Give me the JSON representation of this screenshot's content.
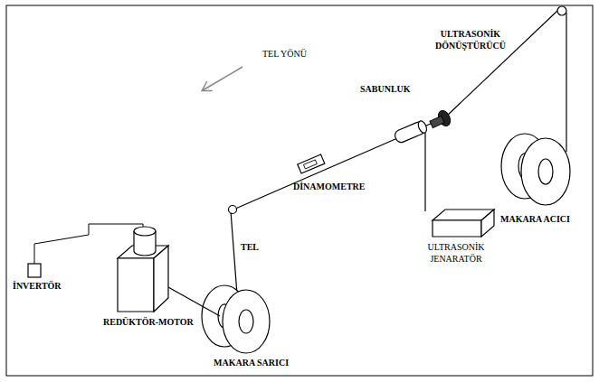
{
  "diagram": {
    "labels": [
      "ULTRASONİK DÖNÜŞTÜRÜCÜ",
      "TEL YÖNÜ",
      "SABUNLUK",
      "DİNAMOMETRE",
      "MAKARA ACICI",
      "TEL",
      "ULTRASONİK JENARATÖR",
      "İNVERTÖR",
      "REDÜKTÖR-MOTOR",
      "MAKARA SARICI"
    ]
  }
}
